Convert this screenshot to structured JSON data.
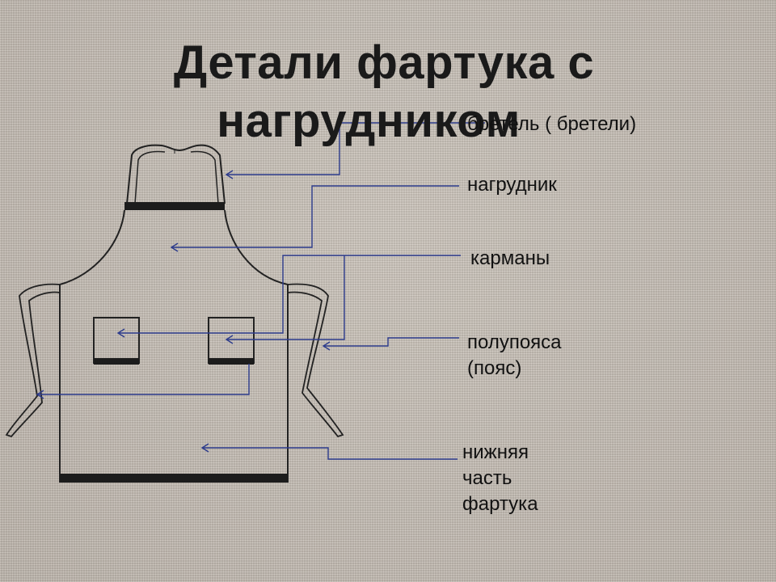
{
  "title": {
    "line1": "Детали фартука с",
    "line2": "нагрудником"
  },
  "labels": {
    "strap": "бретель ( бретели)",
    "bib": "нагрудник",
    "pockets": "карманы",
    "belt_line1": "полупояса",
    "belt_line2": "(пояс)",
    "bottom_line1": "нижняя",
    "bottom_line2": "часть",
    "bottom_line3": "фартука"
  },
  "colors": {
    "outline": "#222222",
    "band": "#1c1c1c",
    "leader": "#2c3b8c",
    "text": "#111111"
  }
}
